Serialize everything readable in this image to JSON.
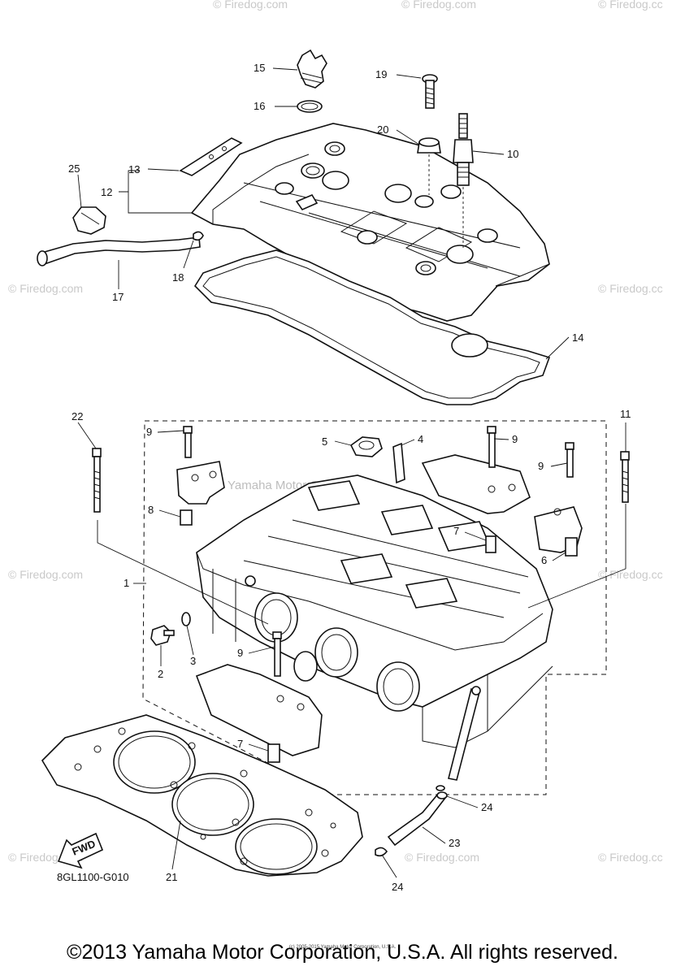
{
  "diagram": {
    "code": "8GL1100-G010",
    "fwd_label": "FWD",
    "labels": {
      "p1": "1",
      "p2": "2",
      "p3": "3",
      "p4": "4",
      "p5": "5",
      "p6": "6",
      "p7a": "7",
      "p7b": "7",
      "p8": "8",
      "p9a": "9",
      "p9b": "9",
      "p9c": "9",
      "p9d": "9",
      "p10": "10",
      "p11": "11",
      "p12": "12",
      "p13": "13",
      "p14": "14",
      "p15": "15",
      "p16": "16",
      "p17": "17",
      "p18": "18",
      "p19": "19",
      "p20": "20",
      "p21": "21",
      "p22": "22",
      "p23": "23",
      "p24a": "24",
      "p24b": "24",
      "p25": "25"
    },
    "watermarks": {
      "firedog": "© Firedog.com",
      "firedog_short": "© Firedog.cc",
      "yamaha": "Yamaha Motor Corp. U.S.A."
    }
  },
  "footer": {
    "copyright": "©2013 Yamaha Motor Corporation, U.S.A. All rights reserved.",
    "fine_print": "(c) 2005-2015 Yamaha Motor Corporation, U.S.A."
  }
}
